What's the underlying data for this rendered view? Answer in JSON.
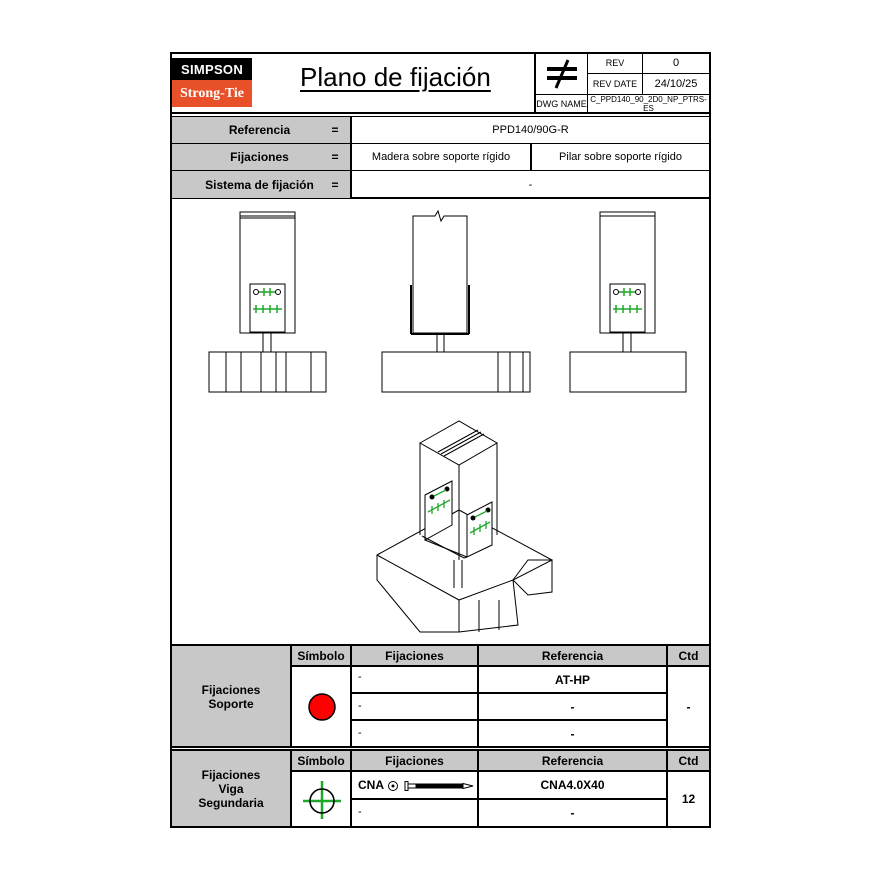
{
  "header": {
    "logo": {
      "top": "SIMPSON",
      "bottom": "Strong-Tie",
      "top_bg": "#000000",
      "bottom_bg": "#e8502a"
    },
    "title": "Plano de fijación",
    "symbol_icon": "not-equal-icon",
    "rev_label": "REV",
    "rev_value": "0",
    "rev_date_label": "REV DATE",
    "rev_date_value": "24/10/25",
    "dwg_name_label": "DWG NAME",
    "dwg_name_value": "C_PPD140_90_2D0_NP_PTRS-ES"
  },
  "info": {
    "referencia": {
      "label": "Referencia",
      "eq": "=",
      "value": "PPD140/90G-R"
    },
    "fijaciones": {
      "label": "Fijaciones",
      "eq": "=",
      "value_1": "Madera sobre soporte rígido",
      "value_2": "Pilar sobre soporte rígido"
    },
    "sistema": {
      "label": "Sistema de fijación",
      "eq": "=",
      "value": "-"
    }
  },
  "drawings": {
    "views": [
      "front-view",
      "side-view",
      "rear-view",
      "isometric-view"
    ],
    "fastener_color": "#1fa82a"
  },
  "table_soporte": {
    "section_label": "Fijaciones\nSoporte",
    "section_label_1": "Fijaciones",
    "section_label_2": "Soporte",
    "headers": {
      "simbolo": "Símbolo",
      "fijaciones": "Fijaciones",
      "referencia": "Referencia",
      "ctd": "Ctd"
    },
    "symbol": {
      "icon": "red-circle-icon",
      "color": "#ff0000"
    },
    "rows": [
      {
        "fijacion": "-",
        "referencia": "AT-HP"
      },
      {
        "fijacion": "-",
        "referencia": "-"
      },
      {
        "fijacion": "-",
        "referencia": "-"
      }
    ],
    "ctd": "-"
  },
  "table_viga": {
    "section_label_1": "Fijaciones",
    "section_label_2": "Viga",
    "section_label_3": "Segundaria",
    "headers": {
      "simbolo": "Símbolo",
      "fijaciones": "Fijaciones",
      "referencia": "Referencia",
      "ctd": "Ctd"
    },
    "symbol": {
      "icon": "green-crosshair-icon",
      "color": "#1fa82a"
    },
    "rows": [
      {
        "fijacion": "CNA",
        "fijacion_icon": "nail-icon",
        "referencia": "CNA4.0X40"
      },
      {
        "fijacion": "-",
        "referencia": "-"
      }
    ],
    "ctd": "12"
  }
}
